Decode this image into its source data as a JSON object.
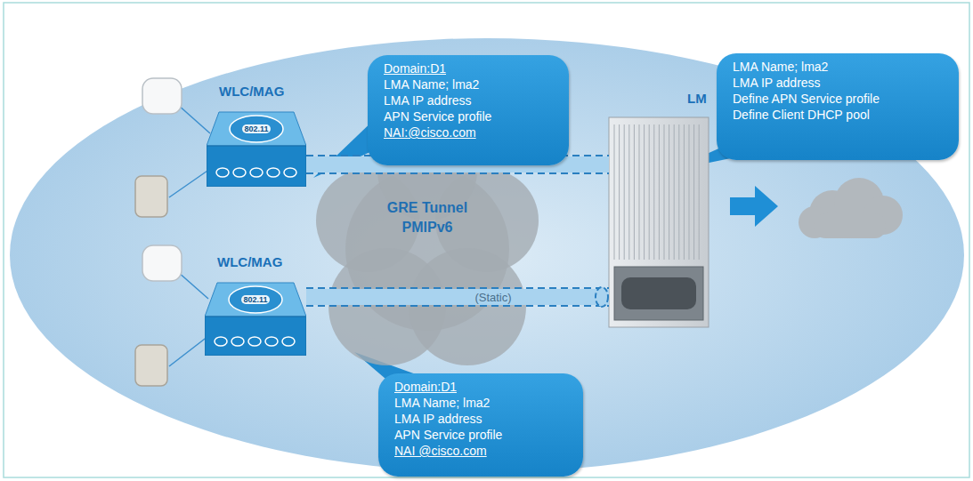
{
  "diagram": {
    "nodes": [
      {
        "text": [
          "WLC/MAG",
          "802.11"
        ]
      },
      {
        "text": [
          "Domain:D1",
          "LMA Name; lma2",
          "LMA IP address",
          "APN Service profile",
          "NAI:@cisco.com"
        ]
      },
      {
        "text": [
          "LM"
        ]
      },
      {
        "text": [
          "LMA Name; lma2",
          "LMA IP address",
          "Define APN Service profile",
          "Define Client DHCP pool"
        ]
      },
      {
        "text": [
          "GRE Tunnel PMIPv6"
        ]
      },
      {
        "text": [
          "WLC/MAG",
          "802.11"
        ]
      },
      {
        "text": [
          "Domain:D1",
          "LMA Name; lma2",
          "LMA IP address",
          "APN Service profile",
          "NAI @cisco.com"
        ]
      }
    ],
    "edges": [
      {
        "from": 0,
        "to": 2,
        "arrow": "none"
      },
      {
        "from": 5,
        "to": 2,
        "arrow": "none",
        "label": "(Static)"
      }
    ]
  }
}
